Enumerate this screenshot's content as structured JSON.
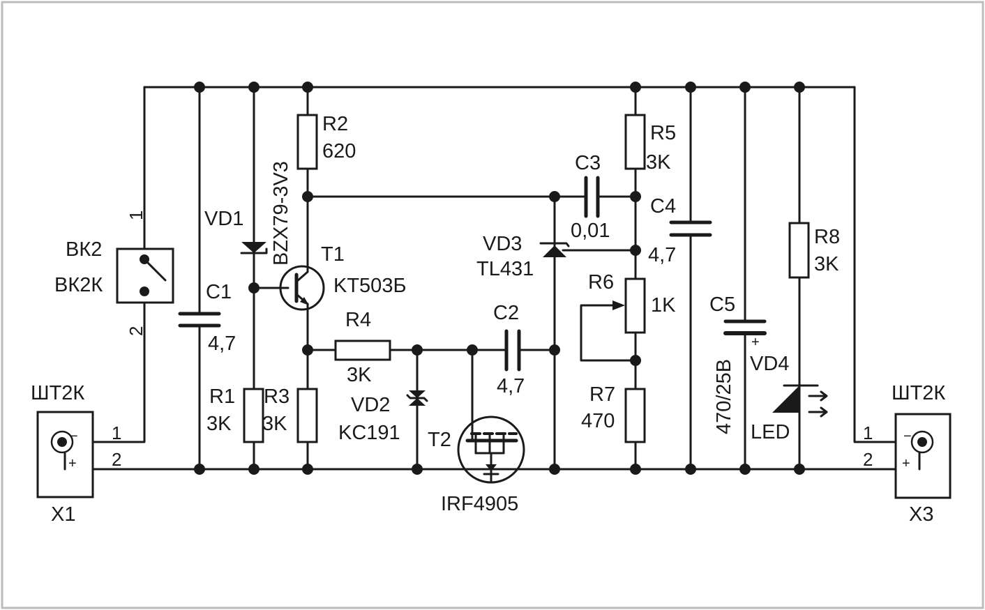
{
  "components": {
    "bk2": {
      "ref": "ВК2",
      "value": "ВК2К",
      "pin1": "1",
      "pin2": "2"
    },
    "x1": {
      "type": "ШТ2К",
      "ref": "X1",
      "pin1": "1",
      "pin2": "2",
      "minus": "−",
      "plus": "+"
    },
    "x3": {
      "type": "ШТ2К",
      "ref": "X3",
      "pin1": "1",
      "pin2": "2",
      "minus": "−",
      "plus": "+"
    },
    "c1": {
      "ref": "C1",
      "value": "4,7"
    },
    "vd1": {
      "ref": "VD1",
      "value": "BZX79-3V3"
    },
    "r1": {
      "ref": "R1",
      "value": "3K"
    },
    "r2": {
      "ref": "R2",
      "value": "620"
    },
    "r3": {
      "ref": "R3",
      "value": "3K"
    },
    "t1": {
      "ref": "T1",
      "value": "KT503Б"
    },
    "r4": {
      "ref": "R4",
      "value": "3K"
    },
    "vd2": {
      "ref": "VD2",
      "value": "KC191"
    },
    "c2": {
      "ref": "C2",
      "value": "4,7"
    },
    "t2": {
      "ref": "T2",
      "value": "IRF4905"
    },
    "c3": {
      "ref": "C3",
      "value": "0,01"
    },
    "vd3": {
      "ref": "VD3",
      "value": "TL431"
    },
    "r5": {
      "ref": "R5",
      "value": "3K"
    },
    "c4": {
      "ref": "C4",
      "value": "4,7"
    },
    "r6": {
      "ref": "R6",
      "value": "1K"
    },
    "r7": {
      "ref": "R7",
      "value": "470"
    },
    "c5": {
      "ref": "C5",
      "value": "470/25B",
      "polarity": "+"
    },
    "r8": {
      "ref": "R8",
      "value": "3K"
    },
    "vd4": {
      "ref": "VD4",
      "value": "LED"
    }
  }
}
